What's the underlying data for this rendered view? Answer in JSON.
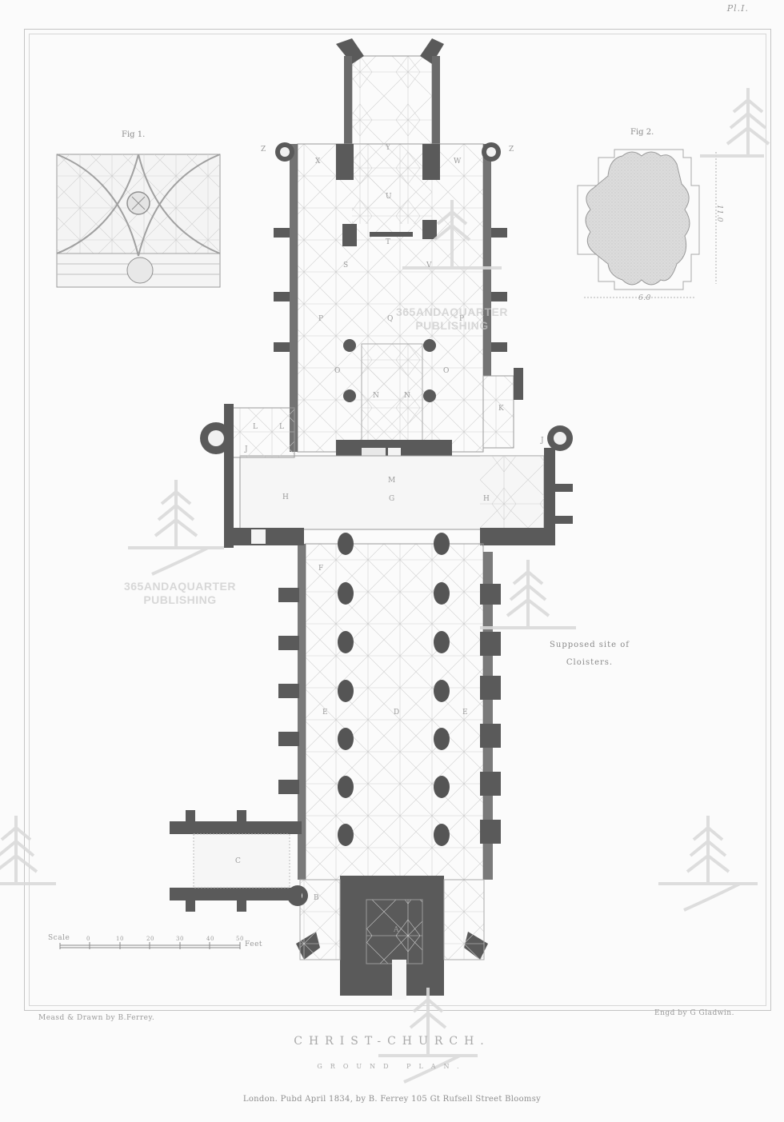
{
  "plate": {
    "number": "Pl.I.",
    "title": "CHRIST-CHURCH.",
    "subtitle": "GROUND PLAN.",
    "credits": {
      "drawn_by": "Measd & Drawn by B.Ferrey.",
      "engraved_by": "Engd by G Gladwin."
    },
    "publisher_line": "London. Pubd April 1834, by B. Ferrey 105 Gt Rufsell Street Bloomsy"
  },
  "figures": {
    "fig1": {
      "label": "Fig 1.",
      "description": "vault ceiling tracery detail"
    },
    "fig2": {
      "label": "Fig 2.",
      "description": "pier section (quatrefoil)",
      "dim_vertical": "11.0",
      "dim_horizontal": "6.0"
    }
  },
  "annotations": {
    "cloisters": [
      "Supposed site of",
      "Cloisters."
    ]
  },
  "scale_bar": {
    "label": "Scale",
    "unit": "Feet",
    "ticks": [
      "0",
      "10",
      "20",
      "30",
      "40",
      "50"
    ]
  },
  "plan_labels": [
    {
      "id": "Z-left",
      "text": "Z"
    },
    {
      "id": "Z-right",
      "text": "Z"
    },
    {
      "id": "Y",
      "text": "Y"
    },
    {
      "id": "X",
      "text": "X"
    },
    {
      "id": "W",
      "text": "W"
    },
    {
      "id": "U",
      "text": "U"
    },
    {
      "id": "T",
      "text": "T"
    },
    {
      "id": "S",
      "text": "S"
    },
    {
      "id": "V",
      "text": "V"
    },
    {
      "id": "Q",
      "text": "Q"
    },
    {
      "id": "P-left",
      "text": "P"
    },
    {
      "id": "P-right",
      "text": "P"
    },
    {
      "id": "O-left",
      "text": "O"
    },
    {
      "id": "O-right",
      "text": "O"
    },
    {
      "id": "N-left",
      "text": "N"
    },
    {
      "id": "N-right",
      "text": "N"
    },
    {
      "id": "L-1",
      "text": "L"
    },
    {
      "id": "L-2",
      "text": "L"
    },
    {
      "id": "K",
      "text": "K"
    },
    {
      "id": "J-left",
      "text": "J"
    },
    {
      "id": "J-right",
      "text": "J"
    },
    {
      "id": "M",
      "text": "M"
    },
    {
      "id": "H-left",
      "text": "H"
    },
    {
      "id": "G",
      "text": "G"
    },
    {
      "id": "H-right",
      "text": "H"
    },
    {
      "id": "F",
      "text": "F"
    },
    {
      "id": "E-left",
      "text": "E"
    },
    {
      "id": "D",
      "text": "D"
    },
    {
      "id": "E-right",
      "text": "E"
    },
    {
      "id": "C",
      "text": "C"
    },
    {
      "id": "B",
      "text": "B"
    },
    {
      "id": "A",
      "text": "A"
    }
  ],
  "watermark": {
    "line1": "365ANDAQUARTER",
    "line2": "PUBLISHING"
  },
  "colors": {
    "wall": "#5a5a5a",
    "paper": "#fbfbfb",
    "line": "#bcbcbc",
    "watermark": "#d8d8d8"
  }
}
